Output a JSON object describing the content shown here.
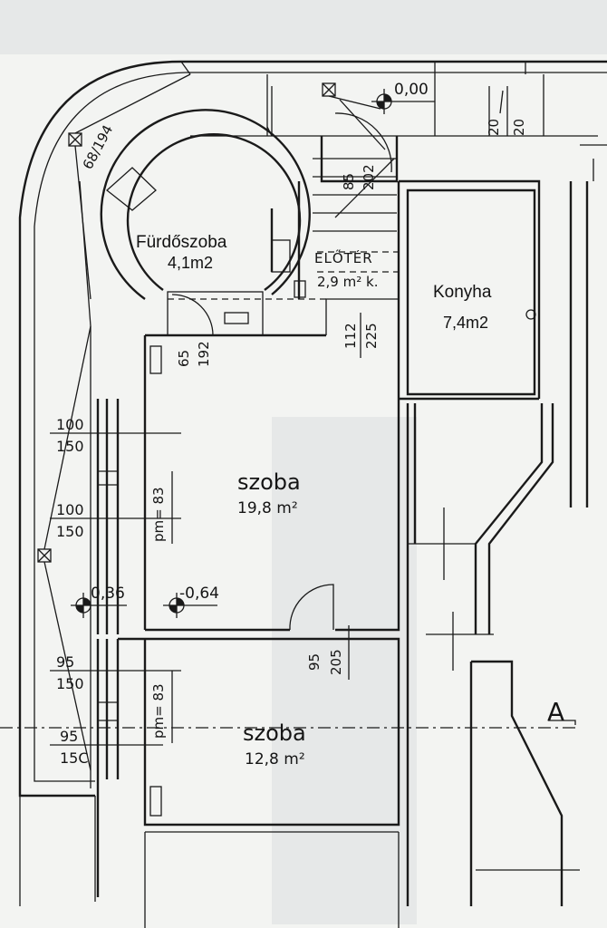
{
  "rooms": {
    "bathroom": {
      "name": "Fürdőszoba",
      "area": "4,1m2"
    },
    "hall": {
      "name": "ELŐTÉR",
      "area": "2,9 m² k."
    },
    "kitchen": {
      "name": "Konyha",
      "area": "7,4m2"
    },
    "room1": {
      "name": "szoba",
      "area": "19,8 m²"
    },
    "room2": {
      "name": "szoba",
      "area": "12,8 m²"
    }
  },
  "levels": {
    "entrance": "0,00",
    "room_left": "0,36",
    "room_mid": "-0,64"
  },
  "dimensions": {
    "bath_door_diag": "68/194",
    "hall_door": {
      "w": "85",
      "h": "202"
    },
    "stair_20_a": "20",
    "stair_20_b": "20",
    "bath_inner_door": {
      "w": "65",
      "h": "192"
    },
    "kitchen_door": {
      "w": "112",
      "h": "225"
    },
    "window1": {
      "w": "100",
      "h": "150"
    },
    "window2": {
      "w": "100",
      "h": "150"
    },
    "sill1": "pm= 83",
    "room_door": {
      "w": "95",
      "h": "205"
    },
    "window3": {
      "w": "95",
      "h": "150"
    },
    "window4": {
      "w": "95",
      "h": "15C"
    },
    "sill2": "pm= 83"
  },
  "section_marker": "A"
}
